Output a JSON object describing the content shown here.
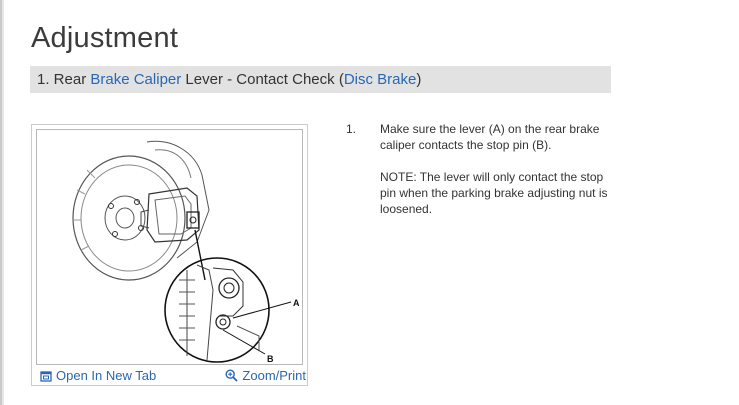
{
  "page": {
    "title": "Adjustment"
  },
  "section": {
    "number": "1.",
    "text_before": " Rear ",
    "link1": "Brake Caliper",
    "text_middle": " Lever - Contact Check (",
    "link2": "Disc Brake",
    "text_after": ")"
  },
  "figure": {
    "callout_a": "A",
    "callout_b": "B",
    "open_tab_label": "Open In New Tab",
    "zoom_label": "Zoom/Print",
    "open_icon": "external-window-icon",
    "zoom_icon": "magnifier-plus-icon"
  },
  "steps": [
    {
      "number": "1.",
      "text": "Make sure the lever (A) on the rear brake caliper contacts the stop pin (B).",
      "note": "NOTE: The lever will only contact the stop pin when the parking brake adjusting nut is loosened."
    }
  ],
  "colors": {
    "link": "#2a67b2",
    "section_bar": "#e2e2e2",
    "title": "#3b3b3b"
  }
}
